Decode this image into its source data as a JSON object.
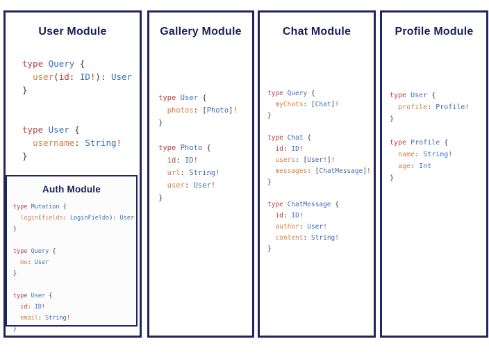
{
  "page": {
    "background": "#ffffff"
  },
  "colors": {
    "outline_navy": "#20255d",
    "title_navy": "#1b2055",
    "syntax_keyword_red": "#b5433c",
    "syntax_type_blue": "#3a6cb4",
    "syntax_field_orange": "#d08140",
    "syntax_punctuation_gray": "#3c3c3c",
    "syntax_bang_red": "#c0453c"
  },
  "modules": [
    {
      "id": "user",
      "title": "User Module",
      "code": [
        [
          [
            "k",
            "type "
          ],
          [
            "t",
            "Query "
          ],
          [
            "p",
            "{"
          ]
        ],
        [
          [
            "p",
            "  "
          ],
          [
            "f",
            "user"
          ],
          [
            "p",
            "("
          ],
          [
            "k",
            "id"
          ],
          [
            "p",
            ": "
          ],
          [
            "t",
            "ID"
          ],
          [
            "b",
            "!"
          ],
          [
            "p",
            "): "
          ],
          [
            "t",
            "User"
          ]
        ],
        [
          [
            "p",
            "}"
          ]
        ],
        [],
        [],
        [
          [
            "k",
            "type "
          ],
          [
            "t",
            "User "
          ],
          [
            "p",
            "{"
          ]
        ],
        [
          [
            "p",
            "  "
          ],
          [
            "f",
            "username"
          ],
          [
            "p",
            ": "
          ],
          [
            "t",
            "String"
          ],
          [
            "b",
            "!"
          ]
        ],
        [
          [
            "p",
            "}"
          ]
        ]
      ]
    },
    {
      "id": "auth",
      "title": "Auth Module",
      "code": [
        [
          [
            "k",
            "type "
          ],
          [
            "t",
            "Mutation "
          ],
          [
            "p",
            "{"
          ]
        ],
        [
          [
            "p",
            "  "
          ],
          [
            "f",
            "login"
          ],
          [
            "p",
            "("
          ],
          [
            "f",
            "fields"
          ],
          [
            "p",
            ": "
          ],
          [
            "t",
            "LoginFields"
          ],
          [
            "p",
            "): "
          ],
          [
            "t",
            "User"
          ]
        ],
        [
          [
            "p",
            "}"
          ]
        ],
        [],
        [
          [
            "k",
            "type "
          ],
          [
            "t",
            "Query "
          ],
          [
            "p",
            "{"
          ]
        ],
        [
          [
            "p",
            "  "
          ],
          [
            "f",
            "me"
          ],
          [
            "p",
            ": "
          ],
          [
            "t",
            "User"
          ]
        ],
        [
          [
            "p",
            "}"
          ]
        ],
        [],
        [
          [
            "k",
            "type "
          ],
          [
            "t",
            "User "
          ],
          [
            "p",
            "{"
          ]
        ],
        [
          [
            "p",
            "  "
          ],
          [
            "k",
            "id"
          ],
          [
            "p",
            ": "
          ],
          [
            "t",
            "ID"
          ],
          [
            "b",
            "!"
          ]
        ],
        [
          [
            "p",
            "  "
          ],
          [
            "f",
            "email"
          ],
          [
            "p",
            ": "
          ],
          [
            "t",
            "String"
          ],
          [
            "b",
            "!"
          ]
        ],
        [
          [
            "p",
            "}"
          ]
        ]
      ]
    },
    {
      "id": "gallery",
      "title": "Gallery Module",
      "code": [
        [
          [
            "k",
            "type "
          ],
          [
            "t",
            "User "
          ],
          [
            "p",
            "{"
          ]
        ],
        [
          [
            "p",
            "  "
          ],
          [
            "f",
            "photos"
          ],
          [
            "p",
            ": ["
          ],
          [
            "t",
            "Photo"
          ],
          [
            "p",
            "]"
          ],
          [
            "b",
            "!"
          ]
        ],
        [
          [
            "p",
            "}"
          ]
        ],
        [],
        [
          [
            "k",
            "type "
          ],
          [
            "t",
            "Photo "
          ],
          [
            "p",
            "{"
          ]
        ],
        [
          [
            "p",
            "  "
          ],
          [
            "k",
            "id"
          ],
          [
            "p",
            ": "
          ],
          [
            "t",
            "ID"
          ],
          [
            "b",
            "!"
          ]
        ],
        [
          [
            "p",
            "  "
          ],
          [
            "f",
            "url"
          ],
          [
            "p",
            ": "
          ],
          [
            "t",
            "String"
          ],
          [
            "b",
            "!"
          ]
        ],
        [
          [
            "p",
            "  "
          ],
          [
            "f",
            "user"
          ],
          [
            "p",
            ": "
          ],
          [
            "t",
            "User"
          ],
          [
            "b",
            "!"
          ]
        ],
        [
          [
            "p",
            "}"
          ]
        ]
      ]
    },
    {
      "id": "chat",
      "title": "Chat Module",
      "code": [
        [
          [
            "k",
            "type "
          ],
          [
            "t",
            "Query "
          ],
          [
            "p",
            "{"
          ]
        ],
        [
          [
            "p",
            "  "
          ],
          [
            "f",
            "myChats"
          ],
          [
            "p",
            ": ["
          ],
          [
            "t",
            "Chat"
          ],
          [
            "p",
            "]"
          ],
          [
            "b",
            "!"
          ]
        ],
        [
          [
            "p",
            "}"
          ]
        ],
        [],
        [
          [
            "k",
            "type "
          ],
          [
            "t",
            "Chat "
          ],
          [
            "p",
            "{"
          ]
        ],
        [
          [
            "p",
            "  "
          ],
          [
            "k",
            "id"
          ],
          [
            "p",
            ": "
          ],
          [
            "t",
            "ID"
          ],
          [
            "b",
            "!"
          ]
        ],
        [
          [
            "p",
            "  "
          ],
          [
            "f",
            "users"
          ],
          [
            "p",
            ": ["
          ],
          [
            "t",
            "User"
          ],
          [
            "b",
            "!"
          ],
          [
            "p",
            "]"
          ],
          [
            "b",
            "!"
          ]
        ],
        [
          [
            "p",
            "  "
          ],
          [
            "f",
            "messages"
          ],
          [
            "p",
            ": ["
          ],
          [
            "t",
            "ChatMessage"
          ],
          [
            "p",
            "]"
          ],
          [
            "b",
            "!"
          ]
        ],
        [
          [
            "p",
            "}"
          ]
        ],
        [],
        [
          [
            "k",
            "type "
          ],
          [
            "t",
            "ChatMessage "
          ],
          [
            "p",
            "{"
          ]
        ],
        [
          [
            "p",
            "  "
          ],
          [
            "k",
            "id"
          ],
          [
            "p",
            ": "
          ],
          [
            "t",
            "ID"
          ],
          [
            "b",
            "!"
          ]
        ],
        [
          [
            "p",
            "  "
          ],
          [
            "f",
            "author"
          ],
          [
            "p",
            ": "
          ],
          [
            "t",
            "User"
          ],
          [
            "b",
            "!"
          ]
        ],
        [
          [
            "p",
            "  "
          ],
          [
            "f",
            "content"
          ],
          [
            "p",
            ": "
          ],
          [
            "t",
            "String"
          ],
          [
            "b",
            "!"
          ]
        ],
        [
          [
            "p",
            "}"
          ]
        ]
      ]
    },
    {
      "id": "profile",
      "title": "Profile Module",
      "code": [
        [
          [
            "k",
            "type "
          ],
          [
            "t",
            "User "
          ],
          [
            "p",
            "{"
          ]
        ],
        [
          [
            "p",
            "  "
          ],
          [
            "f",
            "profile"
          ],
          [
            "p",
            ": "
          ],
          [
            "t",
            "Profile"
          ],
          [
            "b",
            "!"
          ]
        ],
        [
          [
            "p",
            "}"
          ]
        ],
        [],
        [
          [
            "k",
            "type "
          ],
          [
            "t",
            "Profile "
          ],
          [
            "p",
            "{"
          ]
        ],
        [
          [
            "p",
            "  "
          ],
          [
            "f",
            "name"
          ],
          [
            "p",
            ": "
          ],
          [
            "t",
            "String"
          ],
          [
            "b",
            "!"
          ]
        ],
        [
          [
            "p",
            "  "
          ],
          [
            "f",
            "age"
          ],
          [
            "p",
            ": "
          ],
          [
            "t",
            "Int"
          ]
        ],
        [
          [
            "p",
            "}"
          ]
        ]
      ]
    }
  ]
}
